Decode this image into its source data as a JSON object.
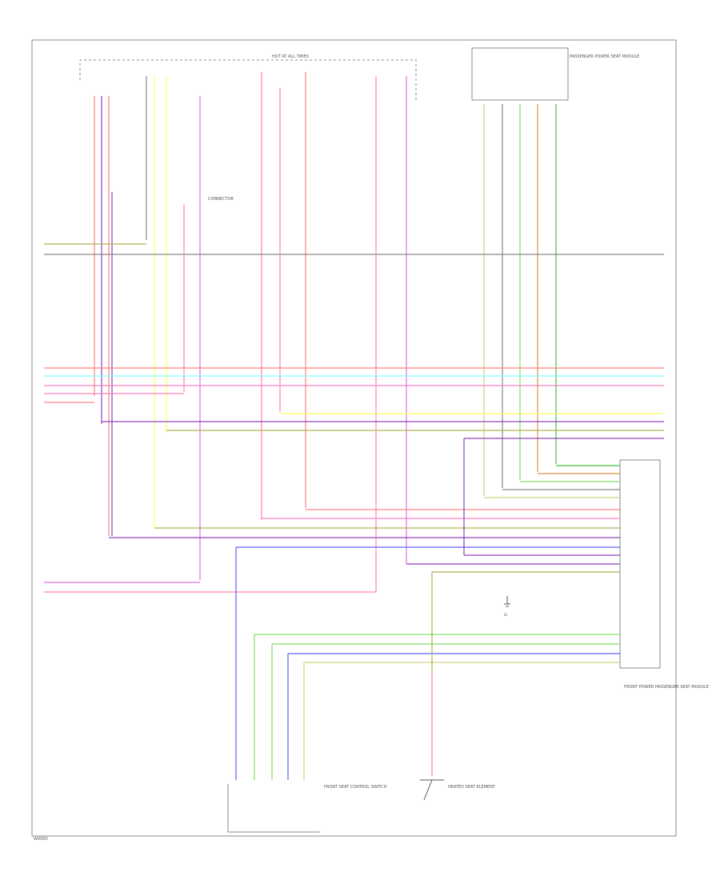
{
  "diagram": {
    "fuse_box_title": "HOT AT ALL TIMES",
    "passenger_module_label": "PASSENGER POWER SEAT MODULE",
    "front_module_label": "FRONT POWER PASSENGER SEAT MODULE",
    "seat_switch_label": "FRONT SEAT CONTROL SWITCH",
    "heater_label": "HEATED SEAT ELEMENT",
    "connector_label": "CONNECTOR",
    "ground_label": "G",
    "footer": "W0000"
  },
  "colors": {
    "red": "#ff8080",
    "pink": "#ff80c0",
    "magenta": "#e070e0",
    "violet": "#9040c0",
    "yellow": "#ffff66",
    "lightgreen": "#80e060",
    "olive": "#b0b050",
    "cyan": "#80ffff",
    "blue": "#6060ff",
    "gray": "#888888",
    "orange": "#e09040",
    "darkgreen": "#40c040"
  }
}
